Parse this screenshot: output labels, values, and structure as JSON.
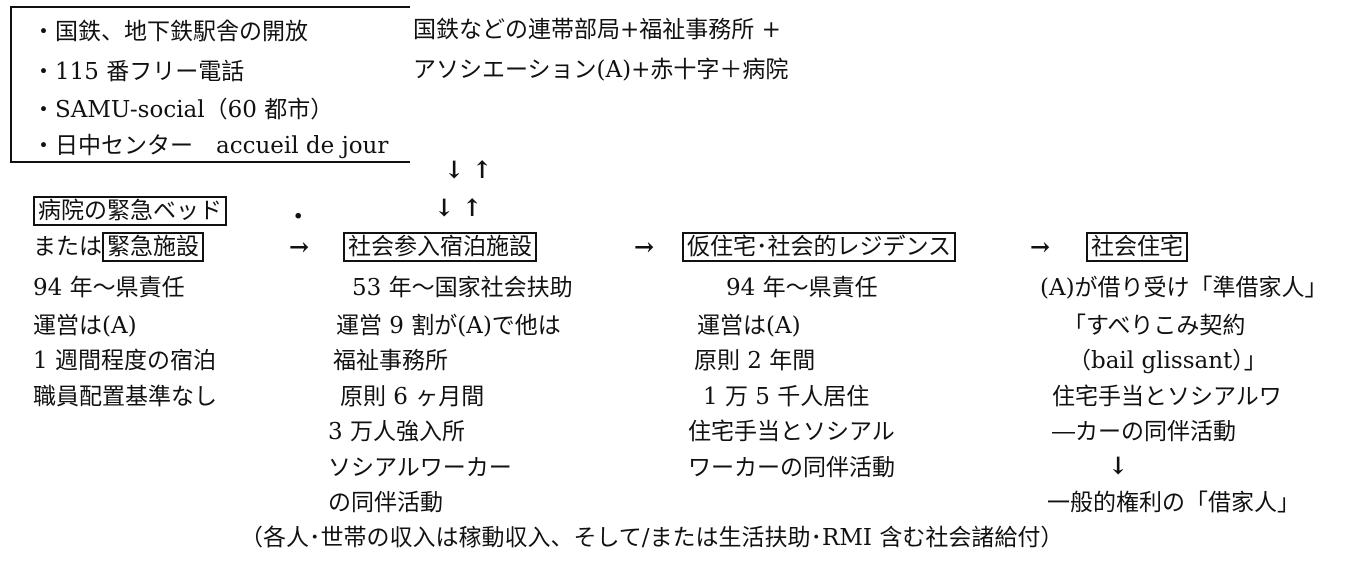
{
  "top_box": {
    "items": [
      "・国鉄、地下鉄駅舎の開放",
      "・115 番フリー電話",
      "・SAMU-social（60 都市）",
      "・日中センター　accueil de jour"
    ]
  },
  "partners": {
    "line1": "国鉄などの連帯部局+福祉事務所 +",
    "line2": "アソシエーション(A)+赤十字＋病院"
  },
  "arrows": {
    "down": "↓",
    "up": "↑",
    "right": "→"
  },
  "stage1": {
    "box1": "病院の緊急ベッド",
    "prefix": "または",
    "box2": "緊急施設",
    "lines": [
      "94 年〜県責任",
      "運営は(A)",
      "1 週間程度の宿泊",
      "職員配置基準なし"
    ]
  },
  "stage2": {
    "title": "社会参入宿泊施設",
    "lines": [
      "53 年〜国家社会扶助",
      "運営 9 割が(A)で他は",
      "福祉事務所",
      "原則 6 ヶ月間",
      "3 万人強入所",
      "ソシアルワーカー",
      "の同伴活動"
    ]
  },
  "stage3": {
    "title": "仮住宅･社会的レジデンス",
    "lines": [
      "94 年〜県責任",
      "運営は(A)",
      "原則 2 年間",
      "1 万 5 千人居住",
      "住宅手当とソシアル",
      "ワーカーの同伴活動"
    ]
  },
  "stage4": {
    "title": "社会住宅",
    "lines": [
      "(A)が借り受け「準借家人」",
      "「すべりこみ契約",
      "（bail glissant）」",
      "住宅手当とソシアルワ",
      "―カーの同伴活動"
    ],
    "arrow": "↓",
    "result": "一般的権利の「借家人」"
  },
  "footnote": "（各人･世帯の収入は稼動収入、そして/または生活扶助･RMI 含む社会諸給付）"
}
